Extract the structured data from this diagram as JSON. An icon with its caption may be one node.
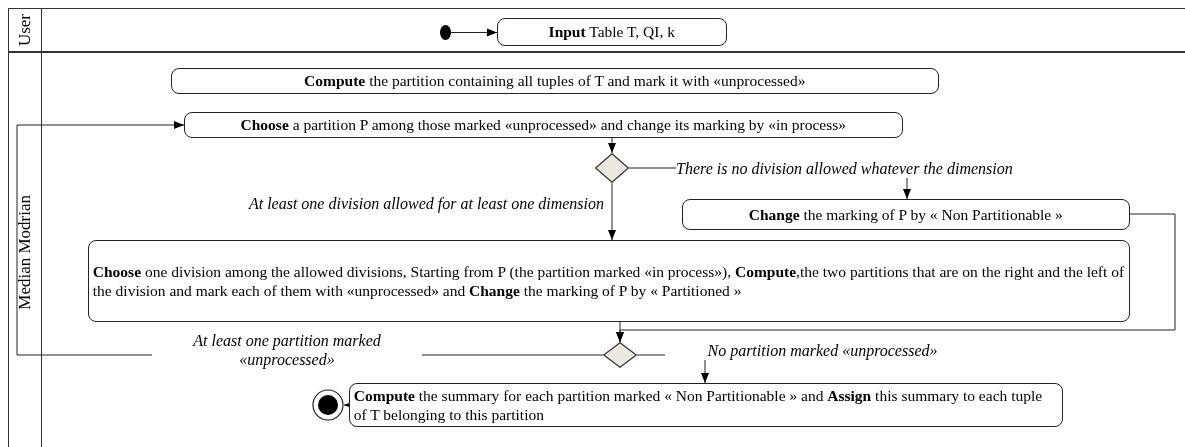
{
  "diagram": {
    "nodes": [
      {
        "text": [
          "User"
        ]
      },
      {
        "text": [
          "Median Modrian"
        ]
      },
      {
        "text": [],
        "shape": "circle",
        "in": 0
      },
      {
        "text": [
          "**Input** Table T, QI, k"
        ],
        "in": 0
      },
      {
        "text": [
          "**Compute** the partition containing all tuples of T and mark it with «unprocessed»"
        ],
        "in": 1
      },
      {
        "text": [
          "**Choose** a partition P among those marked «unprocessed» and change its marking by «in process»"
        ],
        "in": 1
      },
      {
        "text": [],
        "shape": "diamond",
        "in": 1
      },
      {
        "text": [
          "**Change** the marking of P by « Non Partitionable »"
        ],
        "in": 1
      },
      {
        "text": [
          "**Choose** one division among the allowed divisions, Starting from P (the partition marked «in process»), **Compute**,the two partitions that are on the right and the left of the division and mark each of them with «unprocessed» and **Change** the marking of P by « Partitioned »"
        ],
        "in": 1
      },
      {
        "text": [],
        "shape": "diamond",
        "in": 1
      },
      {
        "text": [
          "**Compute** the summary for each partition marked  « Non Partitionable » and **Assign** this summary to each tuple of T belonging to this partition"
        ],
        "in": 1
      },
      {
        "text": [],
        "shape": "circle",
        "in": 1
      }
    ],
    "edges": [
      {
        "from": 2,
        "to": 3,
        "arrow": "to"
      },
      {
        "from": 5,
        "to": 6,
        "arrow": "to"
      },
      {
        "from": 6,
        "to": 7,
        "arrow": "to",
        "label": "There is no division allowed whatever the dimension"
      },
      {
        "from": 6,
        "to": 8,
        "arrow": "to",
        "label": "At least one division allowed for at least one dimension"
      },
      {
        "from": 8,
        "to": 9,
        "arrow": "to"
      },
      {
        "from": 7,
        "to": 9,
        "arrow": "to"
      },
      {
        "from": 9,
        "to": 5,
        "arrow": "to",
        "label": "At least one partition marked «unprocessed»"
      },
      {
        "from": 9,
        "to": 10,
        "arrow": "to",
        "label": "No partition marked «unprocessed»"
      },
      {
        "from": 10,
        "to": 11,
        "arrow": "to"
      }
    ]
  }
}
